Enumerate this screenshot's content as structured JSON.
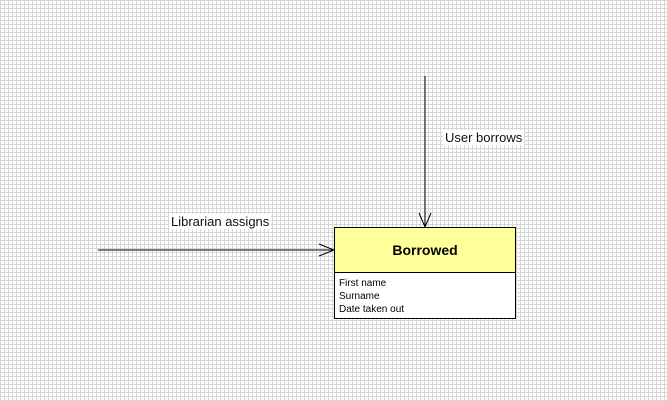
{
  "diagram": {
    "entity": {
      "title": "Borrowed",
      "attributes": [
        "First name",
        "Surname",
        "Date taken out"
      ],
      "header_color": "#ffff99"
    },
    "arrows": [
      {
        "label": "User borrows",
        "direction": "down"
      },
      {
        "label": "Librarian assigns",
        "direction": "right"
      }
    ]
  }
}
